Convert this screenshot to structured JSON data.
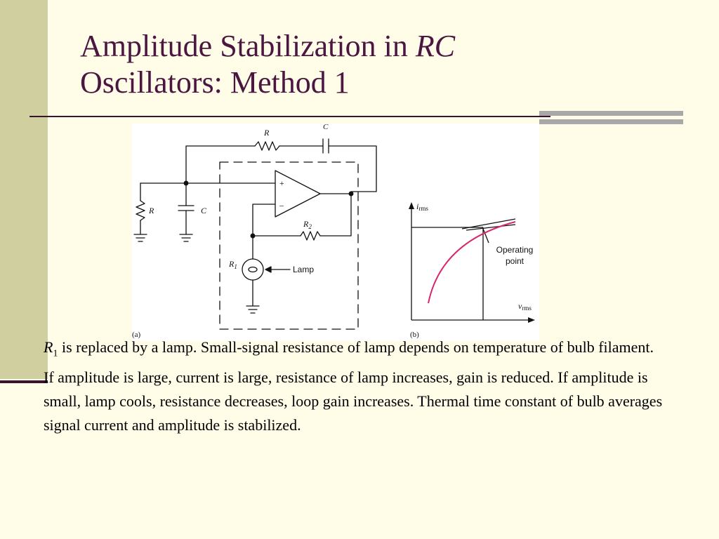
{
  "slide": {
    "title_line1_a": "Amplitude Stabilization in ",
    "title_line1_em": "RC",
    "title_line2": "Oscillators: Method 1"
  },
  "figure": {
    "circuit": {
      "label_R_top": "R",
      "label_C_top": "C",
      "label_R_left": "R",
      "label_C_left": "C",
      "label_plus": "+",
      "label_minus": "–",
      "label_R2_main": "R",
      "label_R2_sub": "2",
      "label_R1_main": "R",
      "label_R1_sub": "1",
      "label_lamp": "Lamp",
      "panel_label": "(a)"
    },
    "graph": {
      "y_axis_main": "i",
      "y_axis_sub": "rms",
      "x_axis_main": "v",
      "x_axis_sub": "rms",
      "annotation_line1": "Operating",
      "annotation_line2": "point",
      "panel_label": "(b)",
      "curve_color": "#d6286e"
    }
  },
  "body": {
    "p1_r": "R",
    "p1_sub": "1",
    "p1_rest": " is replaced by a lamp. Small-signal resistance of lamp depends on temperature of bulb filament.",
    "p2": "If amplitude is large, current is large, resistance of lamp increases, gain is reduced. If amplitude is small, lamp cools, resistance decreases,  loop gain increases. Thermal time constant of bulb averages signal current and amplitude is stabilized."
  }
}
